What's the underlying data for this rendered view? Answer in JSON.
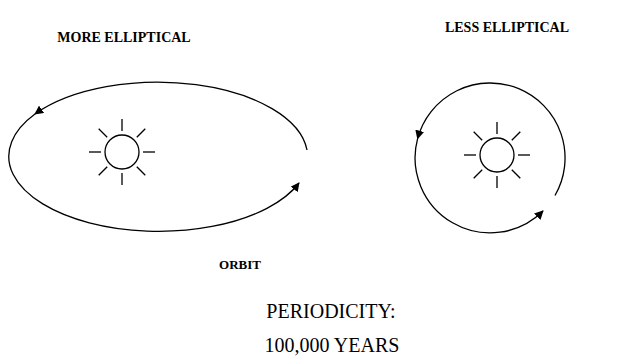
{
  "diagram": {
    "labels": [
      "MORE ELLIPTICAL",
      "LESS ELLIPTICAL",
      "ORBIT",
      "PERIODICITY:",
      "100,000 YEARS"
    ]
  }
}
